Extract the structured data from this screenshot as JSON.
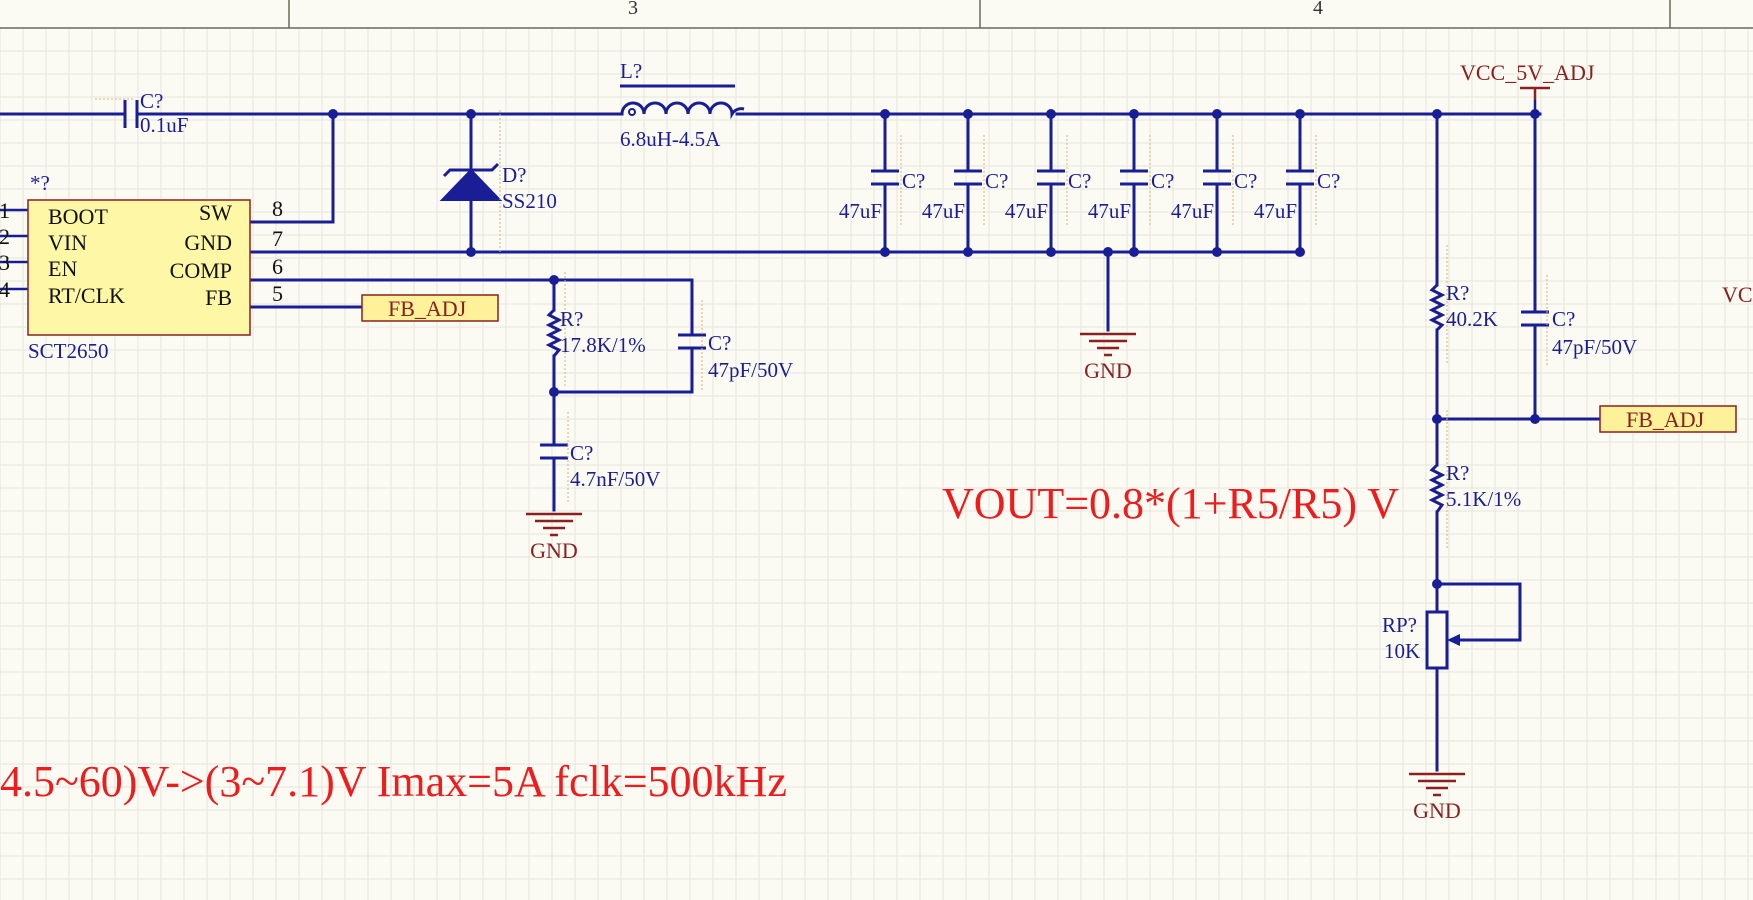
{
  "frame": {
    "column_numbers": [
      "3",
      "4"
    ]
  },
  "ic": {
    "ref": "*?",
    "part": "SCT2650",
    "pins_left": [
      {
        "num": "1",
        "name": "BOOT"
      },
      {
        "num": "2",
        "name": "VIN"
      },
      {
        "num": "3",
        "name": "EN"
      },
      {
        "num": "4",
        "name": "RT/CLK"
      }
    ],
    "pins_right": [
      {
        "num": "8",
        "name": "SW"
      },
      {
        "num": "7",
        "name": "GND"
      },
      {
        "num": "6",
        "name": "COMP"
      },
      {
        "num": "5",
        "name": "FB"
      }
    ]
  },
  "components": {
    "c_boot": {
      "ref": "C?",
      "value": "0.1uF"
    },
    "diode": {
      "ref": "D?",
      "value": "SS210"
    },
    "inductor": {
      "ref": "L?",
      "value": "6.8uH-4.5A"
    },
    "out_caps": [
      {
        "ref": "C?",
        "value": "47uF"
      },
      {
        "ref": "C?",
        "value": "47uF"
      },
      {
        "ref": "C?",
        "value": "47uF"
      },
      {
        "ref": "C?",
        "value": "47uF"
      },
      {
        "ref": "C?",
        "value": "47uF"
      },
      {
        "ref": "C?",
        "value": "47uF"
      }
    ],
    "r_comp": {
      "ref": "R?",
      "value": "17.8K/1%"
    },
    "c_comp_hf": {
      "ref": "C?",
      "value": "47pF/50V"
    },
    "c_comp": {
      "ref": "C?",
      "value": "4.7nF/50V"
    },
    "r_top": {
      "ref": "R?",
      "value": "40.2K"
    },
    "c_ff": {
      "ref": "C?",
      "value": "47pF/50V"
    },
    "r_bot": {
      "ref": "R?",
      "value": "5.1K/1%"
    },
    "pot": {
      "ref": "RP?",
      "value": "10K"
    }
  },
  "nets": {
    "gnd": "GND",
    "vout": "VCC_5V_ADJ",
    "fb": "FB_ADJ",
    "right_partial": "VC"
  },
  "notes": {
    "formula": "VOUT=0.8*(1+R5/R5) V",
    "spec": "4.5~60)V->(3~7.1)V Imax=5A fclk=500kHz"
  }
}
